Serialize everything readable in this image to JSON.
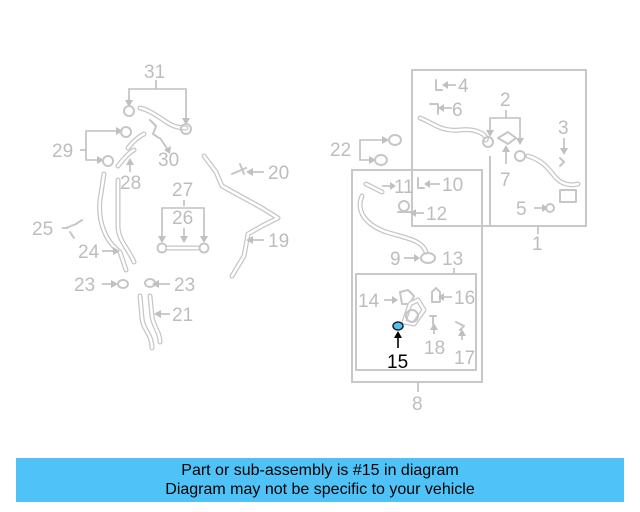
{
  "callouts": {
    "c1": "1",
    "c2": "2",
    "c3": "3",
    "c4": "4",
    "c5": "5",
    "c6": "6",
    "c7": "7",
    "c8": "8",
    "c9": "9",
    "c10": "10",
    "c11": "11",
    "c12": "12",
    "c13": "13",
    "c14": "14",
    "c15": "15",
    "c16": "16",
    "c17": "17",
    "c18": "18",
    "c19": "19",
    "c20": "20",
    "c21": "21",
    "c22": "22",
    "c23a": "23",
    "c23b": "23",
    "c24": "24",
    "c25": "25",
    "c26": "26",
    "c27": "27",
    "c28": "28",
    "c29": "29",
    "c30": "30",
    "c31": "31"
  },
  "highlight": {
    "part_number": "15",
    "color": "#4fc3f7"
  },
  "banner": {
    "line1": "Part or sub-assembly is #15 in diagram",
    "line2": "Diagram may not be specific to your vehicle",
    "background": "#4fc3f7"
  }
}
